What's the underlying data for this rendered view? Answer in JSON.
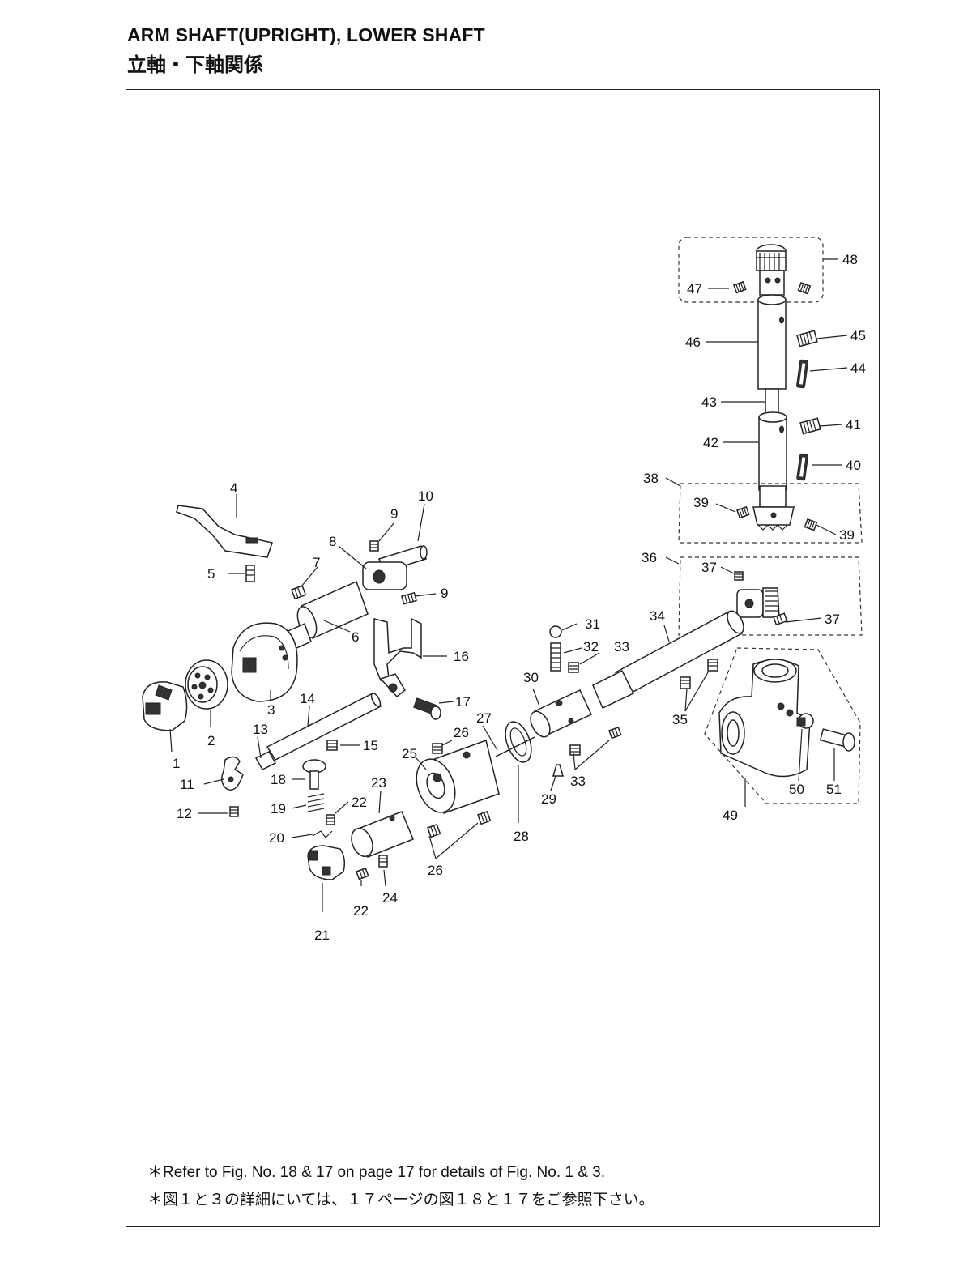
{
  "title": {
    "en": "ARM SHAFT(UPRIGHT), LOWER SHAFT",
    "jp": "立軸・下軸関係"
  },
  "notes": {
    "en": "＊Refer to Fig. No. 18 & 17 on page 17 for details of Fig. No. 1 & 3.",
    "jp": "＊図１と３の詳細にいては、１７ページの図１８と１７をご参照下さい。"
  },
  "callouts": [
    "1",
    "2",
    "3",
    "4",
    "5",
    "6",
    "7",
    "8",
    "9",
    "9",
    "10",
    "11",
    "12",
    "13",
    "14",
    "15",
    "16",
    "17",
    "18",
    "19",
    "20",
    "21",
    "22",
    "22",
    "23",
    "24",
    "25",
    "26",
    "26",
    "27",
    "28",
    "29",
    "30",
    "31",
    "32",
    "33",
    "33",
    "34",
    "35",
    "36",
    "37",
    "37",
    "38",
    "39",
    "39",
    "40",
    "41",
    "42",
    "43",
    "44",
    "45",
    "46",
    "47",
    "48",
    "49",
    "50",
    "51"
  ]
}
